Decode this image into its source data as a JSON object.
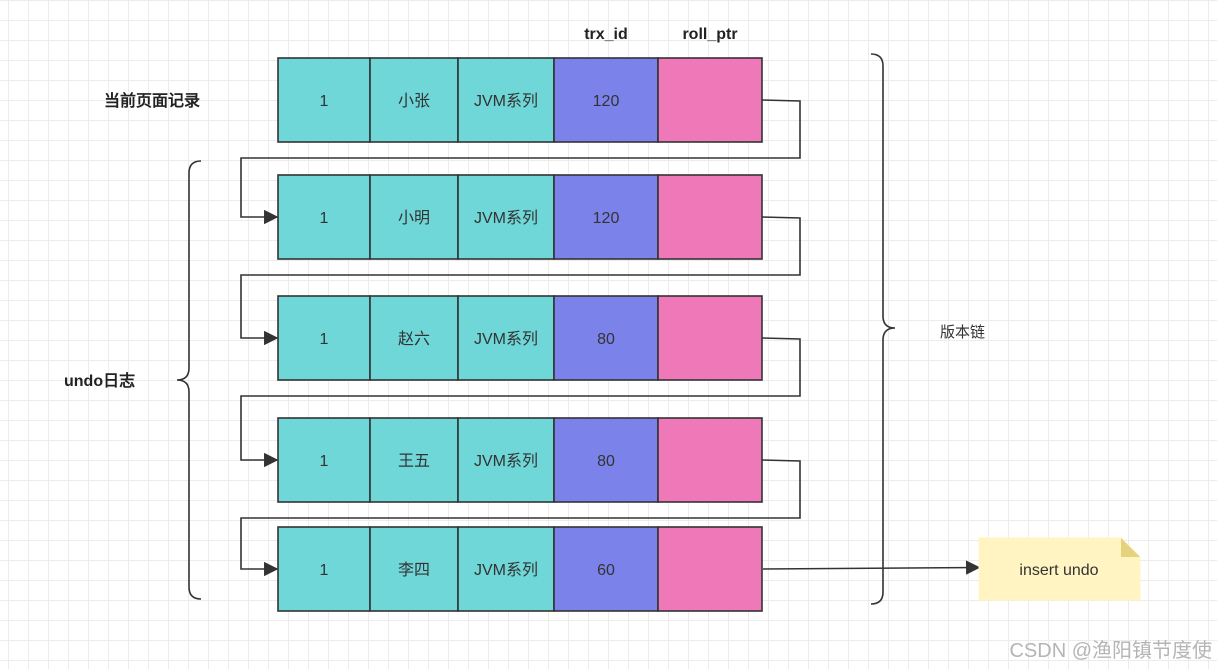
{
  "headers": {
    "trx_id": "trx_id",
    "roll_ptr": "roll_ptr"
  },
  "labels": {
    "current_record": "当前页面记录",
    "undo_log": "undo日志",
    "version_chain": "版本链"
  },
  "records": [
    {
      "id": "1",
      "name": "小张",
      "course": "JVM系列",
      "trx_id": "120"
    },
    {
      "id": "1",
      "name": "小明",
      "course": "JVM系列",
      "trx_id": "120"
    },
    {
      "id": "1",
      "name": "赵六",
      "course": "JVM系列",
      "trx_id": "80"
    },
    {
      "id": "1",
      "name": "王五",
      "course": "JVM系列",
      "trx_id": "80"
    },
    {
      "id": "1",
      "name": "李四",
      "course": "JVM系列",
      "trx_id": "60"
    }
  ],
  "note": {
    "text": "insert undo"
  },
  "watermark": "CSDN @渔阳镇节度使",
  "colors": {
    "cell_teal": "#6fd7d8",
    "cell_blue": "#7b82ea",
    "cell_pink": "#ee78b8",
    "border": "#333333",
    "note_fill": "#fff4c2",
    "note_fold": "#e4d27d"
  }
}
